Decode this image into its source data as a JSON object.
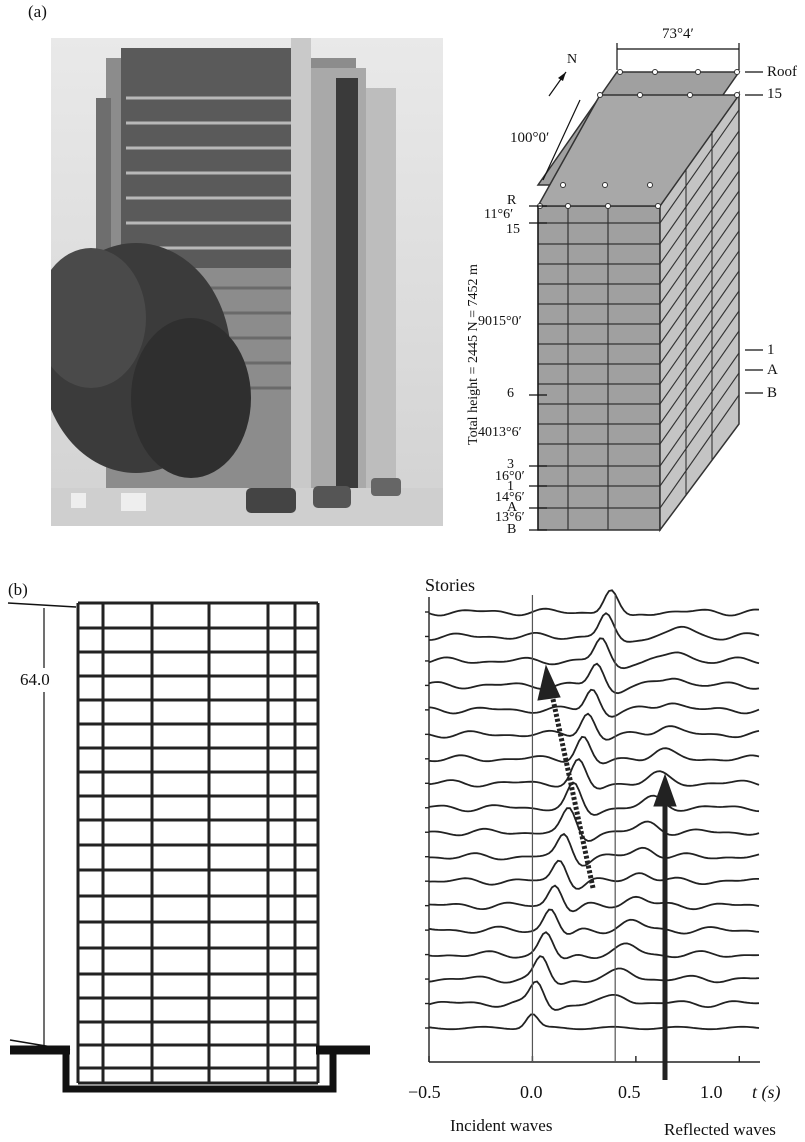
{
  "panel_a": {
    "label": "(a)",
    "photo_description_icon": "building-photo-icon",
    "north_label": "N",
    "width_dim": "73°4′",
    "depth_dim": "100°0′",
    "total_height_label": "Total height = 2445 N = 7452 m",
    "right_levels": [
      "Roof",
      "15",
      "1",
      "A",
      "B"
    ],
    "left_levels": {
      "R": "R",
      "h1": "11°6′",
      "l15": "15",
      "h2": "9015°0′",
      "l6": "6",
      "h3": "4013°6′",
      "l3": "3",
      "h4": "16°0′",
      "l1": "1",
      "h5": "14°6′",
      "lA": "A",
      "h6": "13°6′",
      "lB": "B"
    }
  },
  "panel_b": {
    "label": "(b)",
    "height_dim": "64.0",
    "chart_data": {
      "type": "line",
      "ylabel": "Stories",
      "xlabel": "t (s)",
      "xlim": [
        -0.5,
        1.1
      ],
      "x_ticks": [
        "−0.5",
        "0.0",
        "0.5",
        "1.0"
      ],
      "num_traces": 18,
      "reference_lines_x": [
        0.0,
        0.4
      ],
      "annotations": [
        "Incident waves",
        "Reflected waves"
      ]
    }
  }
}
